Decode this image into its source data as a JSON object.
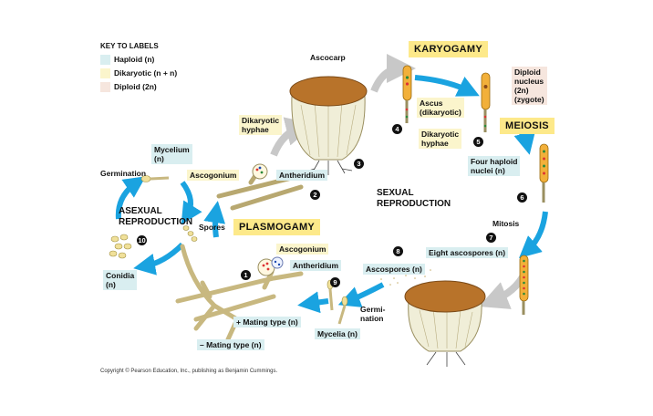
{
  "key": {
    "title": "KEY TO LABELS",
    "haploid": "Haploid (n)",
    "dikaryotic": "Dikaryotic (n + n)",
    "diploid": "Diploid (2n)",
    "colors": {
      "haploid": "#d9eef0",
      "dikaryotic": "#fbf5cc",
      "diploid": "#f6e6de"
    }
  },
  "stages": {
    "karyogamy": "KARYOGAMY",
    "meiosis": "MEIOSIS",
    "plasmogamy": "PLASMOGAMY",
    "sexual_reproduction": "SEXUAL\nREPRODUCTION",
    "asexual_reproduction": "ASEXUAL\nREPRODUCTION"
  },
  "labels": {
    "ascocarp": "Ascocarp",
    "dikaryotic_hyphae_1": "Dikaryotic\nhyphae",
    "ascus_dikaryotic": "Ascus\n(dikaryotic)",
    "dikaryotic_hyphae_2": "Dikaryotic\nhyphae",
    "diploid_nucleus": "Diploid\nnucleus\n(2n)\n(zygote)",
    "four_haploid_nuclei": "Four haploid\nnuclei (n)",
    "mitosis": "Mitosis",
    "eight_ascospores": "Eight ascospores (n)",
    "ascospores": "Ascospores (n)",
    "germination_right": "Germi-\nnation",
    "mycelia": "Mycelia (n)",
    "ascogonium_top": "Ascogonium",
    "antheridium_top": "Antheridium",
    "mycelium": "Mycelium\n(n)",
    "germination_left": "Germination",
    "spores": "Spores",
    "conidia": "Conidia\n(n)",
    "ascogonium_bottom": "Ascogonium",
    "antheridium_bottom": "Antheridium",
    "plus_mating": "+ Mating type (n)",
    "minus_mating": "– Mating type (n)"
  },
  "steps": [
    "1",
    "2",
    "3",
    "4",
    "5",
    "6",
    "7",
    "8",
    "9",
    "10"
  ],
  "copyright": "Copyright © Pearson Education, Inc., publishing as Benjamin Cummings."
}
